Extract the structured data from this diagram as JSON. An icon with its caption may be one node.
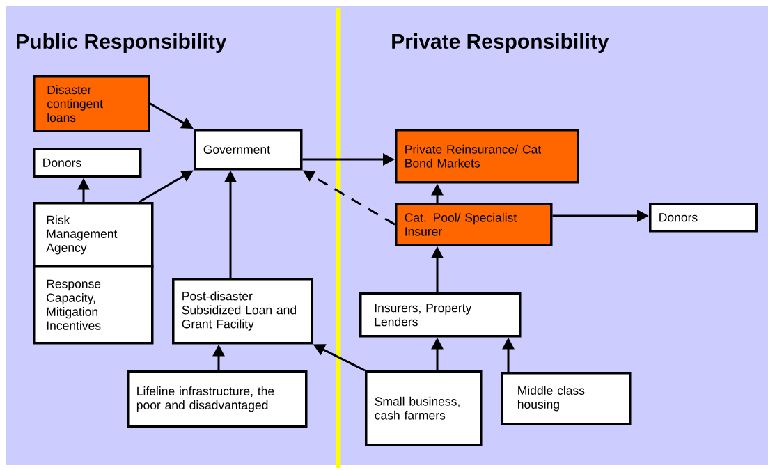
{
  "diagram": {
    "nodes": [
      {
        "text": [
          "Disaster contingent loans"
        ]
      },
      {
        "text": [
          "Government"
        ]
      },
      {
        "text": [
          "Donors"
        ]
      },
      {
        "text": [
          "Risk Management Agency"
        ]
      },
      {
        "text": [
          "Response Capacity, Mitigation Incentives"
        ]
      },
      {
        "text": [
          "Post-disaster Subsidized Loan and Grant Facility"
        ]
      },
      {
        "text": [
          "Lifeline infrastructure, the poor and disadvantaged"
        ]
      },
      {
        "text": [
          "Private Reinsurance/ Cat Bond Markets"
        ]
      },
      {
        "text": [
          "Cat. Pool/ Specialist Insurer"
        ]
      },
      {
        "text": [
          "Donors"
        ]
      },
      {
        "text": [
          "Insurers, Property Lenders"
        ]
      },
      {
        "text": [
          "Small business, cash farmers"
        ]
      },
      {
        "text": [
          "Middle class housing"
        ]
      }
    ],
    "edges": [
      {
        "from": 0,
        "to": 1,
        "arrow": "to"
      },
      {
        "from": 3,
        "to": 2,
        "arrow": "to"
      },
      {
        "from": 3,
        "to": 1,
        "arrow": "to"
      },
      {
        "from": 5,
        "to": 1,
        "arrow": "to"
      },
      {
        "from": 1,
        "to": 7,
        "arrow": "to"
      },
      {
        "from": 8,
        "to": 1,
        "arrow": "to",
        "style": "dashed"
      },
      {
        "from": 8,
        "to": 7,
        "arrow": "to"
      },
      {
        "from": 8,
        "to": 9,
        "arrow": "to"
      },
      {
        "from": 10,
        "to": 8,
        "arrow": "to"
      },
      {
        "from": 6,
        "to": 5,
        "arrow": "to"
      },
      {
        "from": 11,
        "to": 5,
        "arrow": "to"
      },
      {
        "from": 11,
        "to": 10,
        "arrow": "to"
      },
      {
        "from": 12,
        "to": 10,
        "arrow": "to"
      }
    ],
    "labels": [
      "Public Responsibility",
      "Private Responsibility"
    ]
  }
}
